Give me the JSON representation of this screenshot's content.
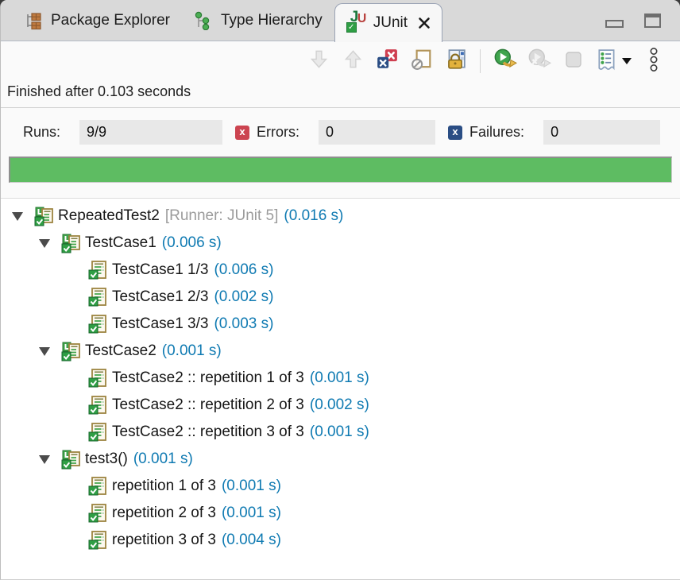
{
  "tabs": [
    {
      "label": "Package Explorer",
      "icon": "package-explorer-icon",
      "active": false
    },
    {
      "label": "Type Hierarchy",
      "icon": "type-hierarchy-icon",
      "active": false
    },
    {
      "label": "JUnit",
      "icon": "junit-icon",
      "active": true,
      "closable": true
    }
  ],
  "window_controls": {
    "minimize": "minimize-button",
    "maximize": "maximize-button"
  },
  "toolbar": {
    "buttons": [
      {
        "name": "show-next-failed-test",
        "icon": "arrow-down-icon",
        "enabled": false
      },
      {
        "name": "show-previous-failed-test",
        "icon": "arrow-up-icon",
        "enabled": false
      },
      {
        "name": "show-failures-only",
        "icon": "failures-only-icon",
        "enabled": true
      },
      {
        "name": "show-skipped-tests-only",
        "icon": "skipped-test-icon",
        "enabled": true
      },
      {
        "name": "scroll-lock",
        "icon": "scroll-lock-icon",
        "enabled": true
      },
      {
        "name": "rerun-test",
        "icon": "rerun-icon",
        "enabled": true
      },
      {
        "name": "rerun-failed-tests",
        "icon": "rerun-failed-icon",
        "enabled": false
      },
      {
        "name": "stop-junit-test-run",
        "icon": "stop-icon",
        "enabled": false
      },
      {
        "name": "test-run-history",
        "icon": "history-icon",
        "enabled": true,
        "has_dropdown": true
      },
      {
        "name": "view-menu",
        "icon": "kebab-menu-icon",
        "enabled": true
      }
    ]
  },
  "status": {
    "text": "Finished after 0.103 seconds"
  },
  "counters": {
    "runs": {
      "label": "Runs:",
      "value": "9/9"
    },
    "errors": {
      "label": "Errors:",
      "value": "0",
      "icon_glyph": "x"
    },
    "failures": {
      "label": "Failures:",
      "value": "0",
      "icon_glyph": "x"
    }
  },
  "progress": {
    "percent": 100,
    "state": "success"
  },
  "tree": [
    {
      "level": 0,
      "expanded": true,
      "type": "suite",
      "name": "RepeatedTest2",
      "runner": "[Runner: JUnit 5]",
      "time": "(0.016 s)"
    },
    {
      "level": 1,
      "expanded": true,
      "type": "suite",
      "name": "TestCase1",
      "runner": "",
      "time": "(0.006 s)"
    },
    {
      "level": 2,
      "expanded": false,
      "type": "test",
      "name": "TestCase1 1/3",
      "runner": "",
      "time": "(0.006 s)"
    },
    {
      "level": 2,
      "expanded": false,
      "type": "test",
      "name": "TestCase1 2/3",
      "runner": "",
      "time": "(0.002 s)"
    },
    {
      "level": 2,
      "expanded": false,
      "type": "test",
      "name": "TestCase1 3/3",
      "runner": "",
      "time": "(0.003 s)"
    },
    {
      "level": 1,
      "expanded": true,
      "type": "suite",
      "name": "TestCase2",
      "runner": "",
      "time": "(0.001 s)"
    },
    {
      "level": 2,
      "expanded": false,
      "type": "test",
      "name": "TestCase2 :: repetition 1 of 3",
      "runner": "",
      "time": "(0.001 s)"
    },
    {
      "level": 2,
      "expanded": false,
      "type": "test",
      "name": "TestCase2 :: repetition 2 of 3",
      "runner": "",
      "time": "(0.002 s)"
    },
    {
      "level": 2,
      "expanded": false,
      "type": "test",
      "name": "TestCase2 :: repetition 3 of 3",
      "runner": "",
      "time": "(0.001 s)"
    },
    {
      "level": 1,
      "expanded": true,
      "type": "suite",
      "name": "test3()",
      "runner": "",
      "time": "(0.001 s)"
    },
    {
      "level": 2,
      "expanded": false,
      "type": "test",
      "name": "repetition 1 of 3",
      "runner": "",
      "time": "(0.001 s)"
    },
    {
      "level": 2,
      "expanded": false,
      "type": "test",
      "name": "repetition 2 of 3",
      "runner": "",
      "time": "(0.001 s)"
    },
    {
      "level": 2,
      "expanded": false,
      "type": "test",
      "name": "repetition 3 of 3",
      "runner": "",
      "time": "(0.004 s)"
    }
  ],
  "colors": {
    "progress_green": "#5ebc62",
    "time_blue": "#0f7ab2",
    "runner_gray": "#9b9b9b",
    "error_red": "#cc4450",
    "failure_navy": "#2a4d84"
  }
}
